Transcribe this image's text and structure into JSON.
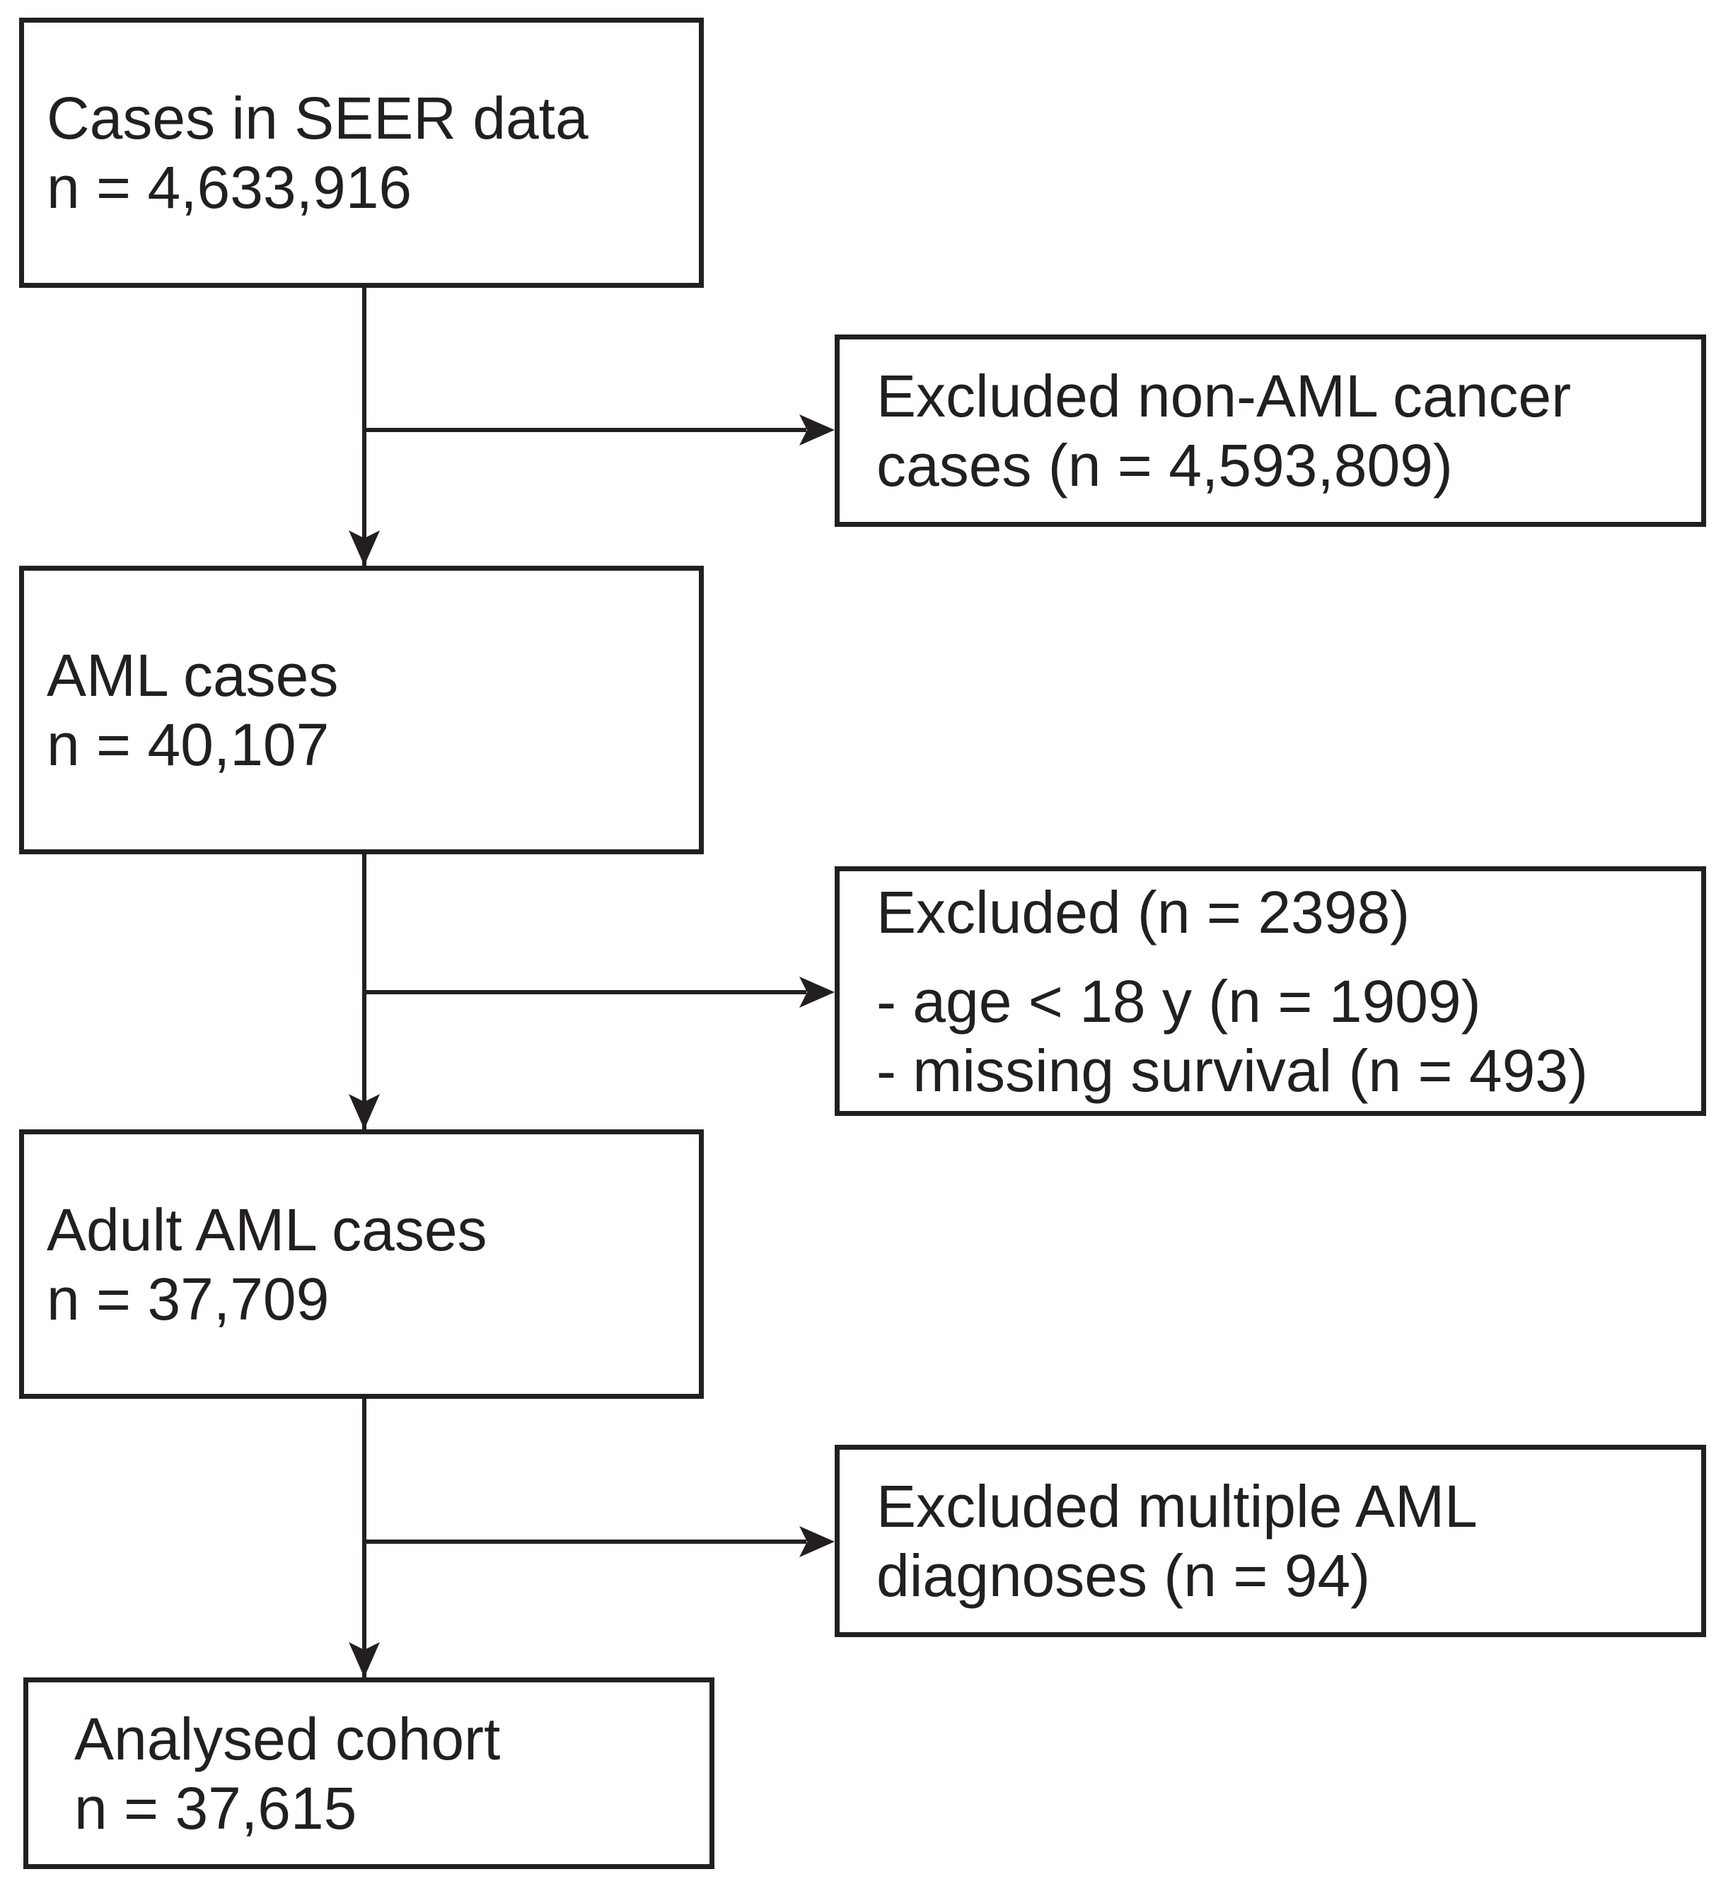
{
  "diagram": {
    "type": "flowchart",
    "description": "Cohort selection flow diagram for SEER AML study",
    "colors": {
      "background": "#ffffff",
      "box_border": "#231f20",
      "text": "#231f20",
      "connector": "#231f20"
    },
    "nodes": {
      "seer": {
        "lines": [
          "Cases in SEER data",
          "n = 4,633,916"
        ]
      },
      "excl_non_aml": {
        "lines": [
          "Excluded non-AML cancer",
          "cases (n = 4,593,809)"
        ]
      },
      "aml": {
        "lines": [
          "AML cases",
          "n = 40,107"
        ]
      },
      "excl_criteria": {
        "lines": [
          "Excluded (n = 2398)",
          "- age < 18 y (n = 1909)",
          "- missing survival (n = 493)"
        ]
      },
      "adult": {
        "lines": [
          "Adult AML cases",
          "n = 37,709"
        ]
      },
      "excl_multiple": {
        "lines": [
          "Excluded multiple AML",
          "diagnoses (n = 94)"
        ]
      },
      "cohort": {
        "lines": [
          "Analysed cohort",
          "n = 37,615"
        ]
      }
    },
    "edges": [
      {
        "from": "seer",
        "to": "aml",
        "style": "arrow-down"
      },
      {
        "from": "seer",
        "to": "excl_non_aml",
        "style": "arrow-right"
      },
      {
        "from": "aml",
        "to": "adult",
        "style": "arrow-down"
      },
      {
        "from": "aml",
        "to": "excl_criteria",
        "style": "arrow-right"
      },
      {
        "from": "adult",
        "to": "cohort",
        "style": "arrow-down"
      },
      {
        "from": "adult",
        "to": "excl_multiple",
        "style": "arrow-right"
      }
    ]
  }
}
